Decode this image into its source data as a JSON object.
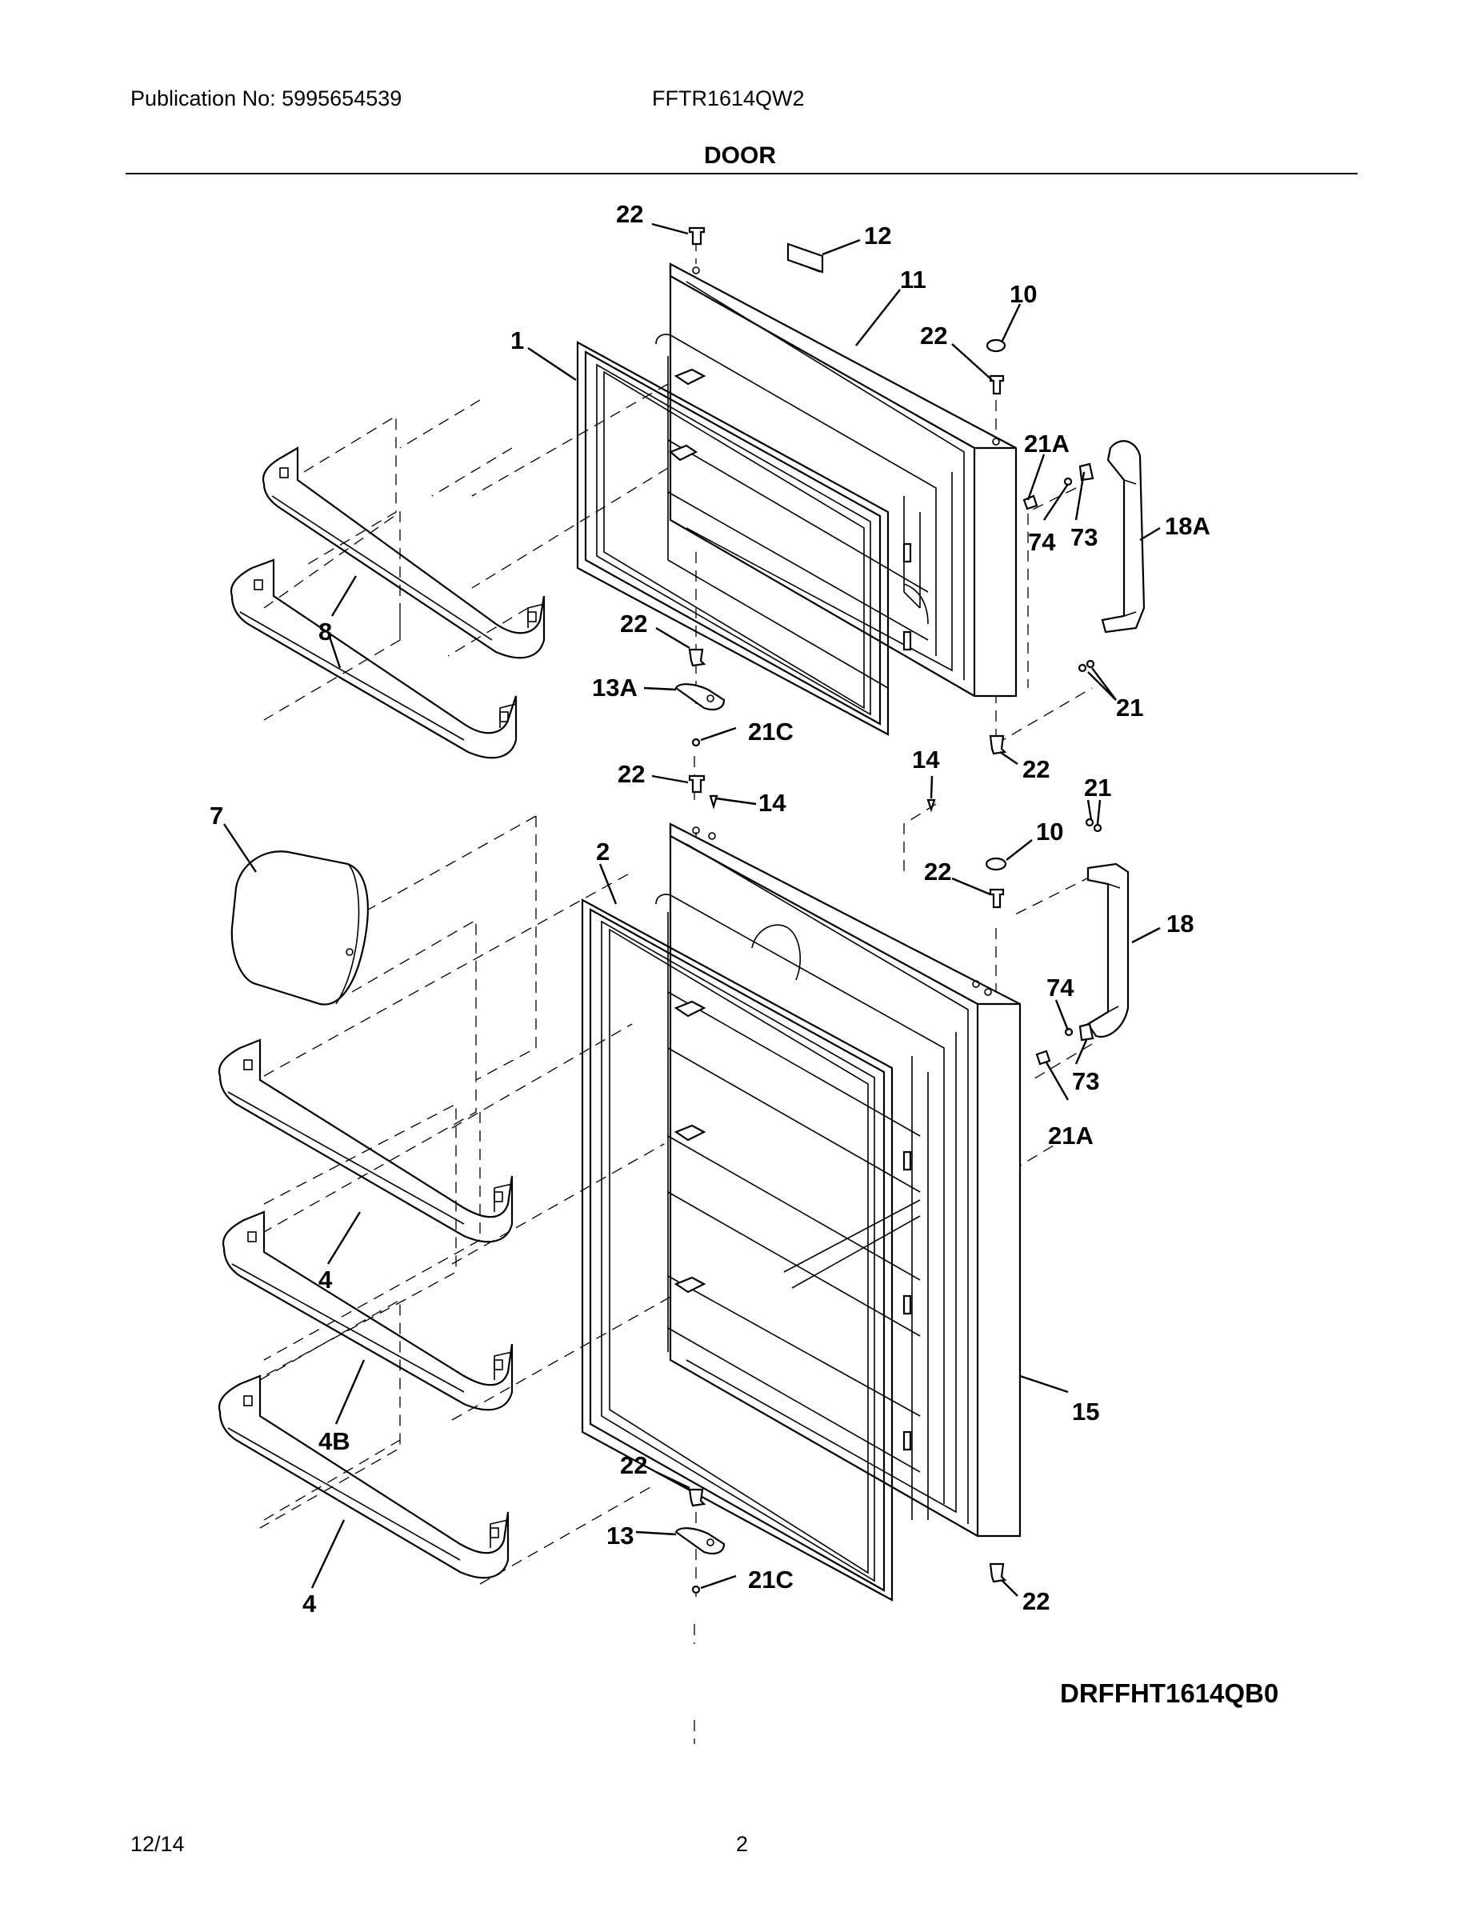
{
  "header": {
    "publication": "Publication No: 5995654539",
    "model": "FFTR1614QW2",
    "section_title": "DOOR"
  },
  "diagram_code": "DRFFHT1614QB0",
  "footer": {
    "date": "12/14",
    "page_number": "2"
  },
  "callouts": [
    {
      "id": "c-22-a",
      "text": "22"
    },
    {
      "id": "c-12",
      "text": "12"
    },
    {
      "id": "c-11",
      "text": "11"
    },
    {
      "id": "c-10-a",
      "text": "10"
    },
    {
      "id": "c-22-b",
      "text": "22"
    },
    {
      "id": "c-1",
      "text": "1"
    },
    {
      "id": "c-21a-a",
      "text": "21A"
    },
    {
      "id": "c-74-a",
      "text": "74"
    },
    {
      "id": "c-73-a",
      "text": "73"
    },
    {
      "id": "c-18a",
      "text": "18A"
    },
    {
      "id": "c-8",
      "text": "8"
    },
    {
      "id": "c-22-c",
      "text": "22"
    },
    {
      "id": "c-13a",
      "text": "13A"
    },
    {
      "id": "c-21c-a",
      "text": "21C"
    },
    {
      "id": "c-21-a",
      "text": "21"
    },
    {
      "id": "c-22-d",
      "text": "22"
    },
    {
      "id": "c-22-e",
      "text": "22"
    },
    {
      "id": "c-14-a",
      "text": "14"
    },
    {
      "id": "c-14-b",
      "text": "14"
    },
    {
      "id": "c-21-b",
      "text": "21"
    },
    {
      "id": "c-7",
      "text": "7"
    },
    {
      "id": "c-2",
      "text": "2"
    },
    {
      "id": "c-10-b",
      "text": "10"
    },
    {
      "id": "c-22-f",
      "text": "22"
    },
    {
      "id": "c-18",
      "text": "18"
    },
    {
      "id": "c-74-b",
      "text": "74"
    },
    {
      "id": "c-73-b",
      "text": "73"
    },
    {
      "id": "c-21a-b",
      "text": "21A"
    },
    {
      "id": "c-4-a",
      "text": "4"
    },
    {
      "id": "c-15",
      "text": "15"
    },
    {
      "id": "c-4b",
      "text": "4B"
    },
    {
      "id": "c-22-g",
      "text": "22"
    },
    {
      "id": "c-13",
      "text": "13"
    },
    {
      "id": "c-21c-b",
      "text": "21C"
    },
    {
      "id": "c-4-b",
      "text": "4"
    },
    {
      "id": "c-22-h",
      "text": "22"
    }
  ]
}
